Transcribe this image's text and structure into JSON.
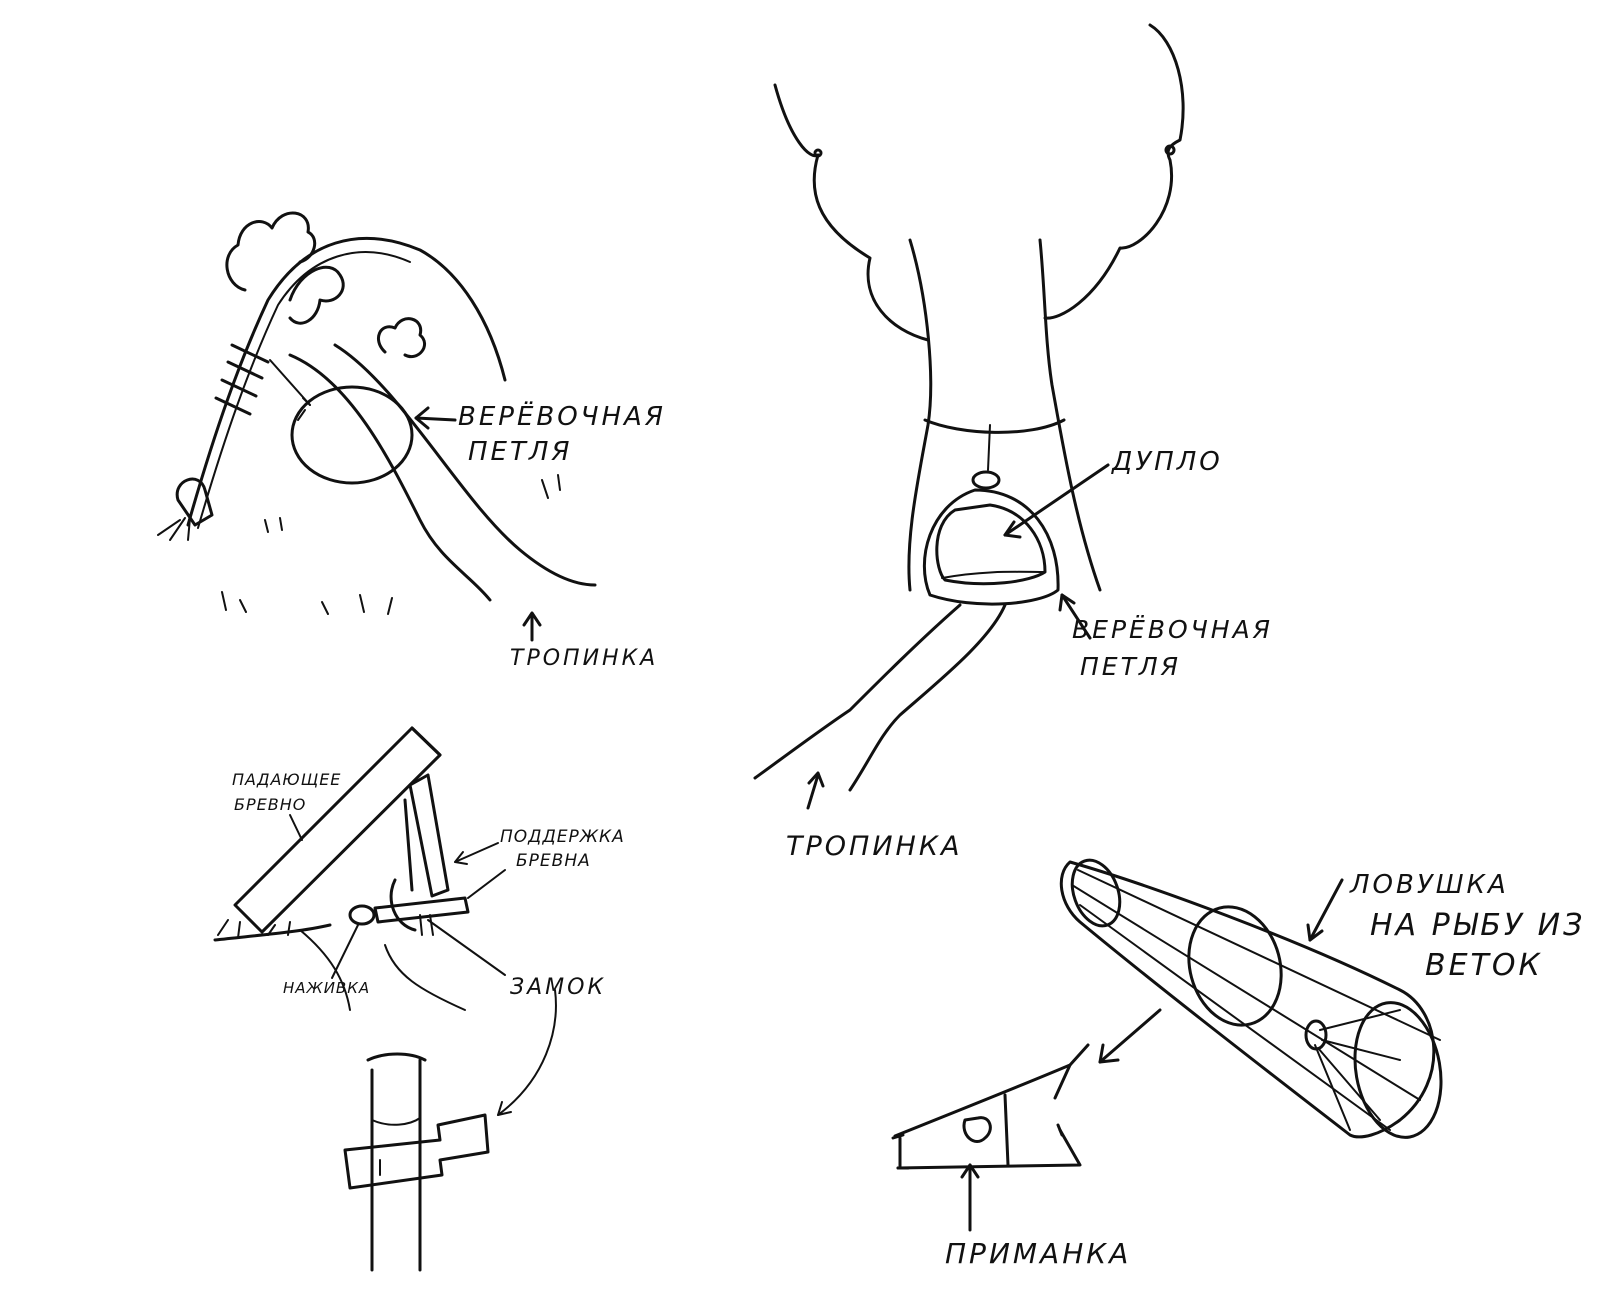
{
  "colors": {
    "background": "#ffffff",
    "ink": "#111111"
  },
  "sketches": {
    "snare_path": {
      "rope_loop_label_line1": "ВЕРЁВОЧНАЯ",
      "rope_loop_label_line2": "ПЕТЛЯ",
      "path_label": "ТРОПИНКА"
    },
    "tree_hollow": {
      "hollow_label": "ДУПЛО",
      "rope_loop_label_line1": "ВЕРЁВОЧНАЯ",
      "rope_loop_label_line2": "ПЕТЛЯ",
      "path_label": "ТРОПИНКА"
    },
    "deadfall": {
      "falling_log_line1": "ПАДАЮЩЕЕ",
      "falling_log_line2": "БРЕВНО",
      "log_support_line1": "ПОДДЕРЖКА",
      "log_support_line2": "БРЕВНА",
      "bait_label": "НАЖИВКА",
      "lock_label": "ЗАМОК"
    },
    "fish_trap": {
      "trap_label_line1": "ЛОВУШКА",
      "trap_label_line2": "НА РЫБУ ИЗ",
      "trap_label_line3": "ВЕТОК",
      "lure_label": "ПРИМАНКА"
    }
  }
}
